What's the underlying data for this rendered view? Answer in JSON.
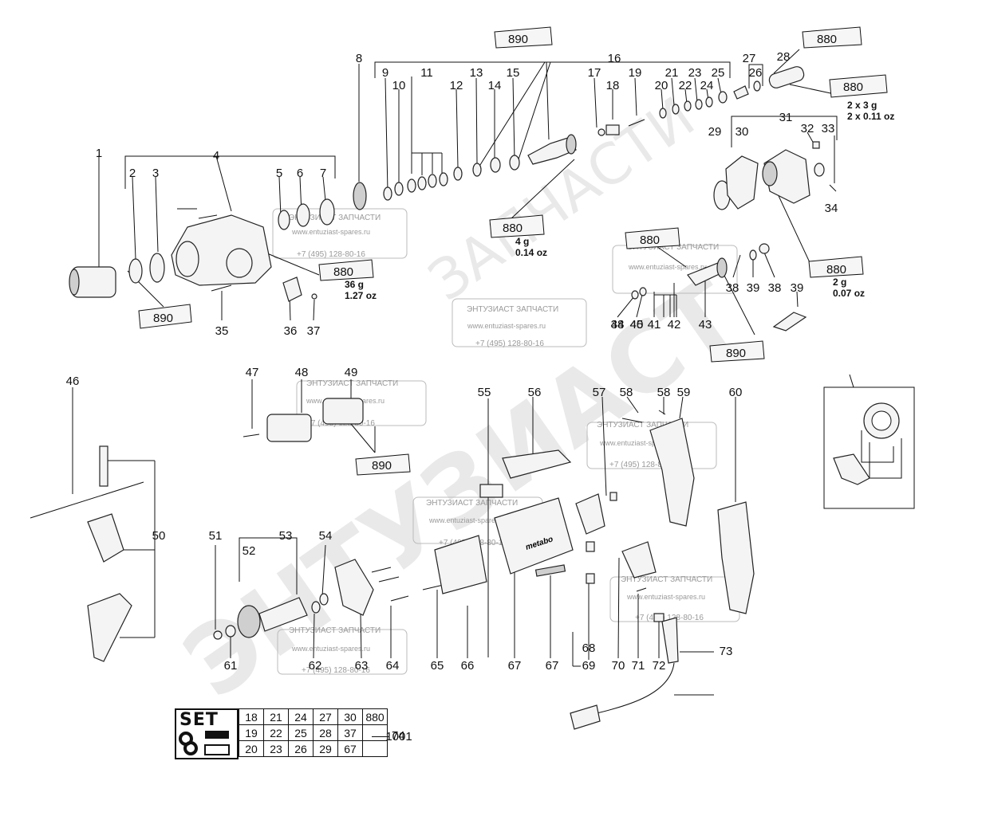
{
  "part_numbers": [
    "1",
    "2",
    "3",
    "4",
    "5",
    "6",
    "7",
    "8",
    "9",
    "10",
    "11",
    "12",
    "13",
    "14",
    "15",
    "16",
    "17",
    "18",
    "19",
    "20",
    "21",
    "22",
    "23",
    "24",
    "25",
    "26",
    "27",
    "28",
    "29",
    "30",
    "31",
    "32",
    "33",
    "34",
    "35",
    "36",
    "37",
    "38",
    "39",
    "38",
    "40",
    "41",
    "42",
    "43",
    "38",
    "39",
    "44",
    "45",
    "46",
    "47",
    "48",
    "49",
    "50",
    "51",
    "52",
    "53",
    "54",
    "55",
    "56",
    "57",
    "58",
    "58",
    "59",
    "60",
    "61",
    "62",
    "63",
    "64",
    "65",
    "66",
    "67",
    "67",
    "68",
    "69",
    "70",
    "71",
    "72",
    "73",
    "74",
    "1001"
  ],
  "lubricant_tubes": [
    {
      "code": "890"
    },
    {
      "code": "880"
    },
    {
      "code": "880",
      "amount": "2 x 3 g",
      "amount_imperial": "2 x 0.11 oz"
    },
    {
      "code": "880",
      "amount": "4 g",
      "amount_imperial": "0.14 oz"
    },
    {
      "code": "880"
    },
    {
      "code": "880",
      "amount": "36 g",
      "amount_imperial": "1.27 oz"
    },
    {
      "code": "890"
    },
    {
      "code": "880",
      "amount": "2 g",
      "amount_imperial": "0.07 oz"
    },
    {
      "code": "890"
    },
    {
      "code": "890"
    }
  ],
  "watermark": {
    "company": "ЭНТУЗИАСТ ЗАПЧАСТИ",
    "site": "www.entuziast-spares.ru",
    "phone": "+7 (495) 128-80-16",
    "big_text": "ЭНТУЗИАСТ",
    "diag_text": "ЗАПЧАСТИ"
  },
  "brand_label": "metabo",
  "set_table": {
    "title": "SET",
    "rows": [
      [
        "18",
        "21",
        "24",
        "27",
        "30",
        "880"
      ],
      [
        "19",
        "22",
        "25",
        "28",
        "37",
        ""
      ],
      [
        "20",
        "23",
        "26",
        "29",
        "67",
        ""
      ]
    ],
    "ref": "74"
  },
  "colors": {
    "line": "#111111",
    "watermark": "#d8d8d8",
    "background": "#ffffff"
  }
}
